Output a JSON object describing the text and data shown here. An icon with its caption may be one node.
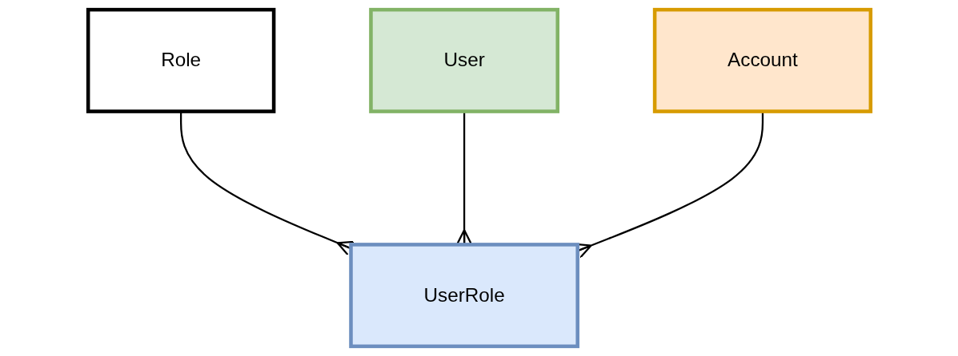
{
  "diagram": {
    "nodes": [
      {
        "text": [
          "Role"
        ]
      },
      {
        "text": [
          "User"
        ]
      },
      {
        "text": [
          "UserRole"
        ]
      },
      {
        "text": [
          "Account"
        ]
      }
    ],
    "edges": [
      {
        "from": 0,
        "to": 2,
        "arrow": "other"
      },
      {
        "from": 1,
        "to": 2,
        "arrow": "other"
      },
      {
        "from": 3,
        "to": 2,
        "arrow": "other"
      }
    ]
  }
}
